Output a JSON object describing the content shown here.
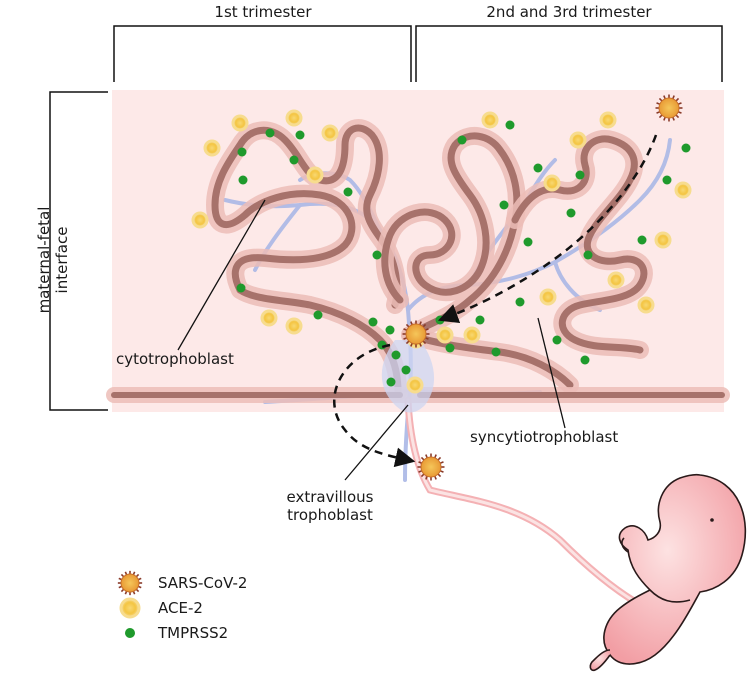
{
  "header": {
    "first_trimester": "1st trimester",
    "later_trimesters": "2nd and 3rd trimester"
  },
  "side": {
    "interface_line1": "maternal-fetal",
    "interface_line2": "interface"
  },
  "labels": {
    "cytotrophoblast": "cytotrophoblast",
    "syncytiotrophoblast": "syncytiotrophoblast",
    "extravillous_line1": "extravillous",
    "extravillous_line2": "trophoblast"
  },
  "legend": [
    {
      "icon": "sars-cov-2-virus-icon",
      "label": "SARS-CoV-2"
    },
    {
      "icon": "ace-2-receptor-icon",
      "label": "ACE-2"
    },
    {
      "icon": "tmprss2-dot-icon",
      "label": "TMPRSS2"
    }
  ],
  "colors": {
    "tissue_background": "#fde9e8",
    "villus_wall": "#a7726b",
    "villus_halo": "#e7b7b1",
    "vessel_blue": "#aab8e6",
    "ace2_yellow": "#f4c542",
    "tmprss2_green": "#1f9a2c",
    "virus_orange": "#e0922f",
    "fetus_pink": "#f4a7ab"
  }
}
